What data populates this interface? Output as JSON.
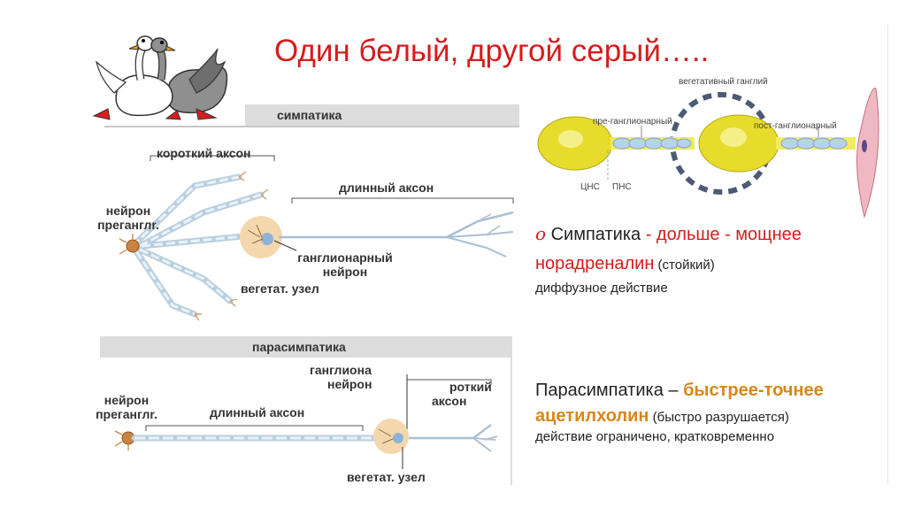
{
  "title": "Один белый, другой серый…..",
  "colors": {
    "accent_red": "#d61c1c",
    "accent_orange": "#d8861a",
    "neuron_yellow": "#e7db2b"
  },
  "icons": {
    "geese": "two-geese-cartoon-icon",
    "bullet": "circle-bullet-icon"
  },
  "sympathetic_diagram": {
    "header": "симпатика",
    "short_axon": "короткий аксон",
    "long_axon": "длинный аксон",
    "neuron_pregangl_line1": "нейрон",
    "neuron_pregangl_line2": "преганглr.",
    "ganglion_neuron_line1": "ганглионарный",
    "ganglion_neuron_line2": "нейрон",
    "vegetat_node": "вегетат. узел"
  },
  "parasympathetic_diagram": {
    "header": "парасимпатика",
    "neuron_pregangl_line1": "нейрон",
    "neuron_pregangl_line2": "преганглr.",
    "long_axon": "длинный аксон",
    "ganglion_neuron_line1": "ганглиона",
    "ganglion_neuron_line2": "нейрон",
    "short_axon_line1": "роткий",
    "short_axon_line2": "аксон",
    "vegetat_node": "вегетат. узел"
  },
  "neuron_chain_diagram": {
    "vegetative_ganglion": "вегетативный ганглий",
    "pre_ganglionic": "пре-ганглионарный",
    "post_ganglionic": "пост-ганглионарный",
    "cns": "ЦНС",
    "pns": "ПНС"
  },
  "sympathetic_text": {
    "bullet": "o",
    "line1_a": "Симпатика",
    "line1_b": " - дольше - мощнее",
    "line2_a": "норадреналин",
    "line2_b": " (стойкий)",
    "line3": "диффузное действие"
  },
  "parasympathetic_text": {
    "line1_a": "Парасимпатика – ",
    "line1_b": "быстрее-точнее",
    "line2_a": "ацетилхолин",
    "line2_b": " (быстро разрушается)",
    "line3": "действие ограничено, кратковременно"
  }
}
